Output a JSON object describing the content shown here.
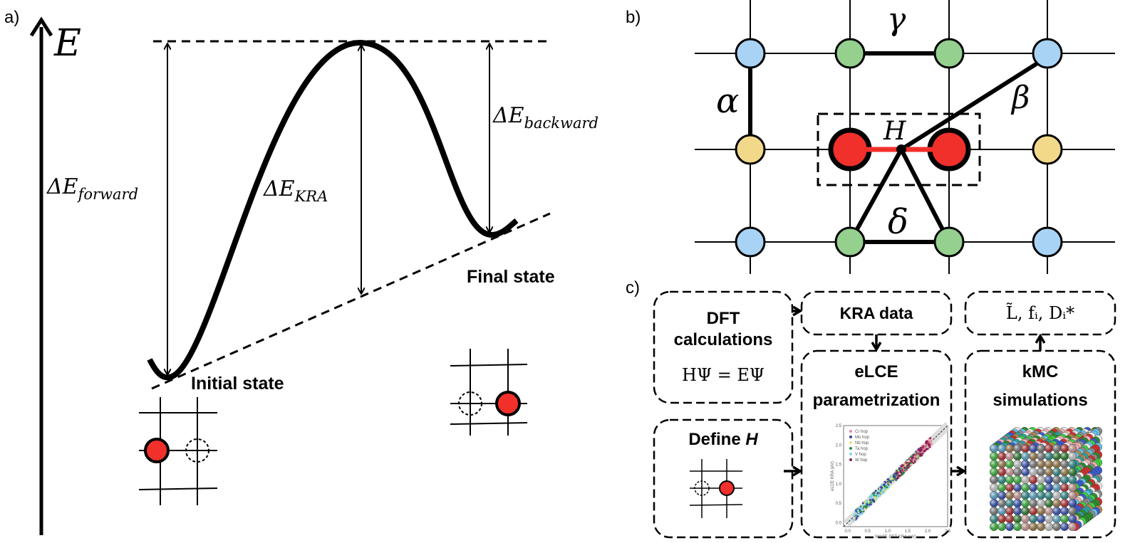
{
  "panel_a": {
    "label": "a)",
    "axis_label": "E",
    "forward": {
      "main": "ΔE",
      "sub": "forward"
    },
    "kra": {
      "main": "ΔE",
      "sub": "KRA"
    },
    "backward": {
      "main": "ΔE",
      "sub": "backward"
    },
    "initial_state": "Initial state",
    "final_state": "Final state"
  },
  "panel_b": {
    "label": "b)",
    "alpha": "α",
    "beta": "β",
    "gamma": "γ",
    "delta": "δ",
    "hop": "H",
    "colors": {
      "blue": "#a9d3f5",
      "green": "#95d08f",
      "yellow": "#f2d98a",
      "red": "#f2302b"
    }
  },
  "panel_c": {
    "label": "c)",
    "dft": {
      "line1": "DFT",
      "line2": "calculations",
      "eq": "HΨ = EΨ"
    },
    "kra_data": "KRA data",
    "outputs": "L̃, fᵢ, Dᵢ*",
    "define_h": {
      "text": "Define ",
      "h": "H"
    },
    "elce": {
      "line1": "eLCE",
      "line2": "parametrization"
    },
    "kmc": {
      "line1": "kMC",
      "line2": "simulations"
    },
    "scatter": {
      "xlabel": "MACE-DFT KRA (eV)",
      "ylabel": "eLCE KRA (eV)",
      "xticks": [
        "0.0",
        "0.5",
        "1.0",
        "1.5",
        "2.0",
        "2.5"
      ],
      "yticks": [
        "0.0",
        "0.5",
        "1.0",
        "1.5",
        "2.0",
        "2.5"
      ],
      "legend": [
        {
          "name": "Cr hop",
          "color": "#e88a9a"
        },
        {
          "name": "Mo hop",
          "color": "#3a3aa0"
        },
        {
          "name": "Nb hop",
          "color": "#e5e07a"
        },
        {
          "name": "Ta hop",
          "color": "#2e8a4a"
        },
        {
          "name": "V hop",
          "color": "#7fd6ec"
        },
        {
          "name": "W hop",
          "color": "#8a1f55"
        }
      ]
    }
  }
}
